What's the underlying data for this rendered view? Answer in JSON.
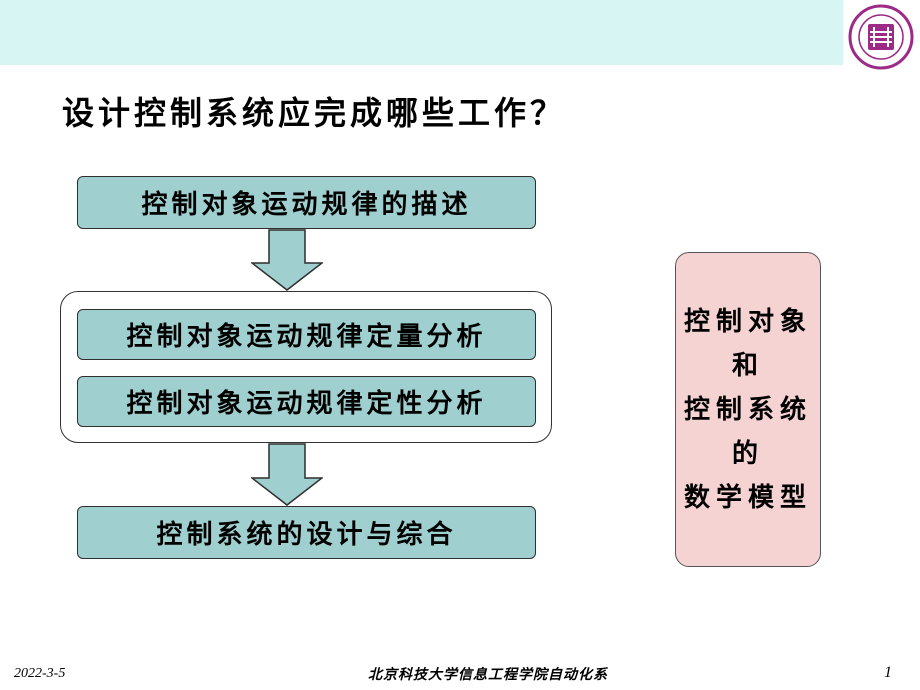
{
  "slide": {
    "title": "设计控制系统应完成哪些工作？",
    "step1": "控制对象运动规律的描述",
    "step2a": "控制对象运动规律定量分析",
    "step2b": "控制对象运动规律定性分析",
    "step3": "控制系统的设计与综合",
    "side_lines": [
      "控制对象",
      "和",
      "控制系统",
      "的",
      "数学模型"
    ]
  },
  "footer": {
    "date": "2022-3-5",
    "institution": "北京科技大学信息工程学院自动化系",
    "page": "1"
  },
  "colors": {
    "top_band": "#d7f5f3",
    "box_fill": "#9fcfcf",
    "side_panel_fill": "#f6d3d3",
    "logo": "#9c2a86"
  }
}
